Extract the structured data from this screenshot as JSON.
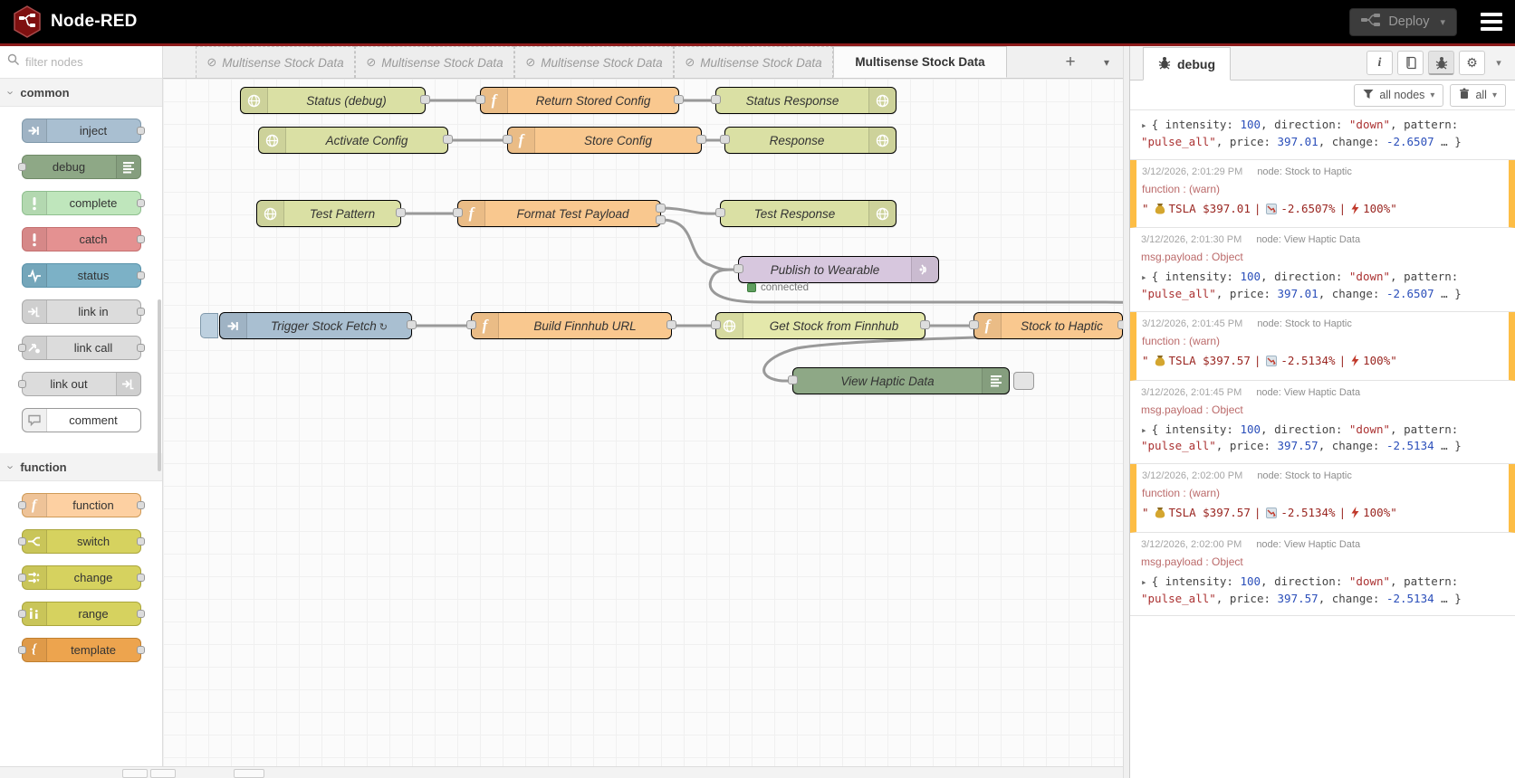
{
  "header": {
    "title": "Node-RED",
    "deploy": {
      "label": "Deploy"
    }
  },
  "palette": {
    "search": {
      "placeholder": "filter nodes"
    },
    "categories": [
      {
        "label": "common",
        "items": [
          {
            "label": "inject"
          },
          {
            "label": "debug"
          },
          {
            "label": "complete"
          },
          {
            "label": "catch"
          },
          {
            "label": "status"
          },
          {
            "label": "link in"
          },
          {
            "label": "link call"
          },
          {
            "label": "link out"
          },
          {
            "label": "comment"
          }
        ]
      },
      {
        "label": "function",
        "items": [
          {
            "label": "function"
          },
          {
            "label": "switch"
          },
          {
            "label": "change"
          },
          {
            "label": "range"
          },
          {
            "label": "template"
          }
        ]
      }
    ]
  },
  "tabs": {
    "disabled": [
      {
        "label": "Multisense Stock Data"
      },
      {
        "label": "Multisense Stock Data"
      },
      {
        "label": "Multisense Stock Data"
      },
      {
        "label": "Multisense Stock Data"
      }
    ],
    "active": {
      "label": "Multisense Stock Data"
    }
  },
  "canvas": {
    "nodes": [
      {
        "label": "Status (debug)"
      },
      {
        "label": "Return Stored Config"
      },
      {
        "label": "Status Response"
      },
      {
        "label": "Activate Config"
      },
      {
        "label": "Store Config"
      },
      {
        "label": "Response"
      },
      {
        "label": "Test Pattern"
      },
      {
        "label": "Format Test Payload"
      },
      {
        "label": "Test Response"
      },
      {
        "label": "Publish to Wearable"
      },
      {
        "label": "Trigger Stock Fetch"
      },
      {
        "label": "Build Finnhub URL"
      },
      {
        "label": "Get Stock from Finnhub"
      },
      {
        "label": "Stock to Haptic"
      },
      {
        "label": "View Haptic Data"
      }
    ],
    "status_connected": "connected"
  },
  "debug": {
    "tab_label": "debug",
    "filter_label": "all nodes",
    "clear_label": "all",
    "messages": [
      {
        "type": "object",
        "body": {
          "k1": "{ intensity: ",
          "n1": "100",
          "k2": ", direction: ",
          "s1": "\"down\"",
          "k3": ", pattern: ",
          "s2": "\"pulse_all\"",
          "k4": ", price: ",
          "n2": "397.01",
          "k5": ", change: ",
          "n3": "-2.6507",
          "k6": " … }"
        }
      },
      {
        "type": "warn",
        "time": "3/12/2026, 2:01:29 PM",
        "node": "node: Stock to Haptic",
        "prop": "function : (warn)",
        "body": {
          "q1": "\"",
          "ticker": "TSLA $397.01",
          "p1": "|",
          "change": "-2.6507%",
          "p2": "|",
          "intensity": "100%\""
        }
      },
      {
        "type": "object",
        "time": "3/12/2026, 2:01:30 PM",
        "node": "node: View Haptic Data",
        "prop": "msg.payload : Object",
        "body": {
          "k1": "{ intensity: ",
          "n1": "100",
          "k2": ", direction: ",
          "s1": "\"down\"",
          "k3": ", pattern: ",
          "s2": "\"pulse_all\"",
          "k4": ", price: ",
          "n2": "397.01",
          "k5": ", change: ",
          "n3": "-2.6507",
          "k6": " … }"
        }
      },
      {
        "type": "warn",
        "time": "3/12/2026, 2:01:45 PM",
        "node": "node: Stock to Haptic",
        "prop": "function : (warn)",
        "body": {
          "q1": "\"",
          "ticker": "TSLA $397.57",
          "p1": "|",
          "change": "-2.5134%",
          "p2": "|",
          "intensity": "100%\""
        }
      },
      {
        "type": "object",
        "time": "3/12/2026, 2:01:45 PM",
        "node": "node: View Haptic Data",
        "prop": "msg.payload : Object",
        "body": {
          "k1": "{ intensity: ",
          "n1": "100",
          "k2": ", direction: ",
          "s1": "\"down\"",
          "k3": ", pattern: ",
          "s2": "\"pulse_all\"",
          "k4": ", price: ",
          "n2": "397.57",
          "k5": ", change: ",
          "n3": "-2.5134",
          "k6": " … }"
        }
      },
      {
        "type": "warn",
        "time": "3/12/2026, 2:02:00 PM",
        "node": "node: Stock to Haptic",
        "prop": "function : (warn)",
        "body": {
          "q1": "\"",
          "ticker": "TSLA $397.57",
          "p1": "|",
          "change": "-2.5134%",
          "p2": "|",
          "intensity": "100%\""
        }
      },
      {
        "type": "object",
        "time": "3/12/2026, 2:02:00 PM",
        "node": "node: View Haptic Data",
        "prop": "msg.payload : Object",
        "body": {
          "k1": "{ intensity: ",
          "n1": "100",
          "k2": ", direction: ",
          "s1": "\"down\"",
          "k3": ", pattern: ",
          "s2": "\"pulse_all\"",
          "k4": ", price: ",
          "n2": "397.57",
          "k5": ", change: ",
          "n3": "-2.5134",
          "k6": " … }"
        }
      }
    ]
  },
  "icons": {
    "disabled_tab": "⊘",
    "plus": "+",
    "caret_down": "▾",
    "gear": "⚙",
    "info": "i",
    "expand_caret": "▸",
    "zap": "⚡",
    "repeat": "↻",
    "chevron": "›"
  },
  "colors": {
    "brand_red": "#8C1B1B",
    "warn_border": "#fdbd45",
    "connected_green": "#5f9e5f"
  }
}
